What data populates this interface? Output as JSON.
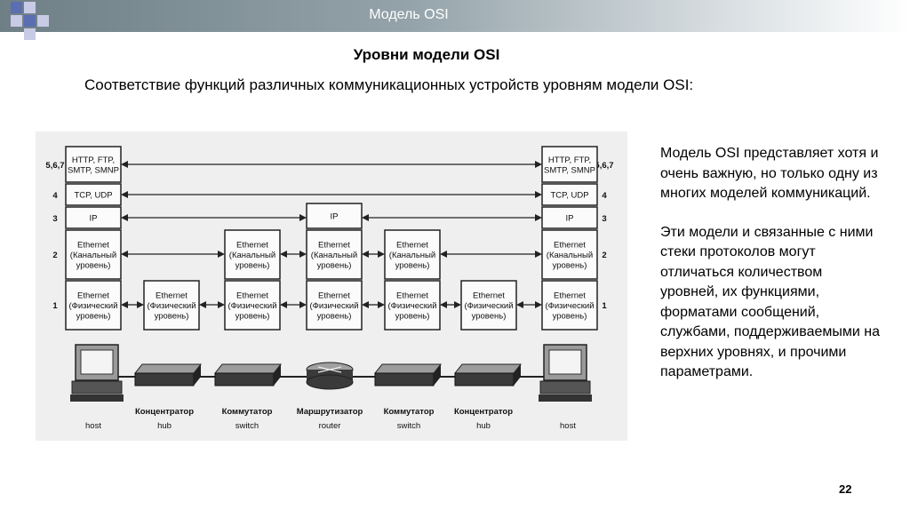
{
  "slide": {
    "header_title": "Модель OSI",
    "heading": "Уровни модели OSI",
    "subheading": "Соответствие функций различных коммуникационных устройств уровням модели OSI:",
    "page_number": "22",
    "side_paragraphs": [
      "Модель OSI представляет хотя и очень важную, но только одну из многих моделей коммуникаций.",
      "Эти модели и связанные с ними стеки протоколов могут отличаться количеством уровней, их функциями, форматами сообщений, службами, поддерживаемыми на верхних уровнях, и прочими параметрами."
    ]
  },
  "diagram": {
    "level_numbers": [
      "5,6,7",
      "4",
      "3",
      "2",
      "1"
    ],
    "layer_labels": {
      "app": [
        "HTTP, FTP,",
        "SMTP, SMNP"
      ],
      "transport": "TCP, UDP",
      "network": "IP",
      "link": [
        "Ethernet",
        "(Канальный",
        "уровень)"
      ],
      "physical": [
        "Ethernet",
        "(Физический",
        "уровень)"
      ]
    },
    "devices": [
      {
        "name": "",
        "sub": "host"
      },
      {
        "name": "Концентратор",
        "sub": "hub"
      },
      {
        "name": "Коммутатор",
        "sub": "switch"
      },
      {
        "name": "Маршрутизатор",
        "sub": "router"
      },
      {
        "name": "Коммутатор",
        "sub": "switch"
      },
      {
        "name": "Концентратор",
        "sub": "hub"
      },
      {
        "name": "",
        "sub": "host"
      }
    ]
  }
}
